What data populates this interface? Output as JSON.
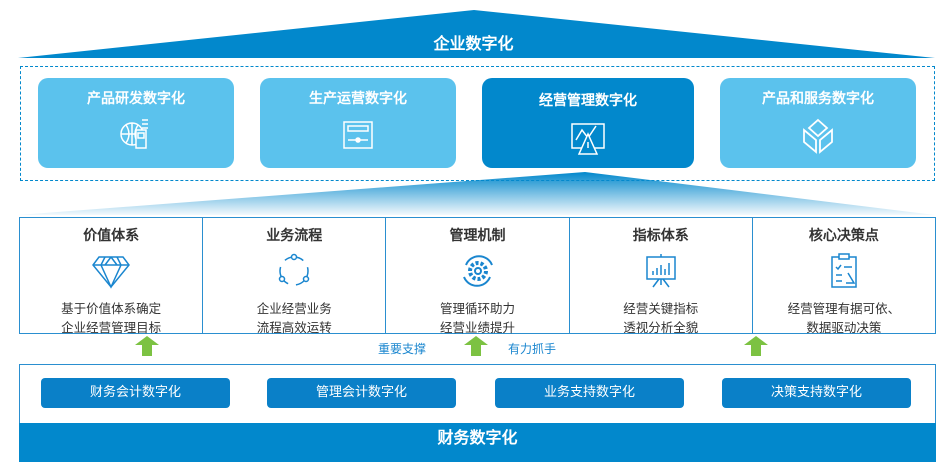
{
  "top_title": "企业数字化",
  "cards": [
    {
      "label": "产品研发数字化",
      "icon": "globe-device-icon"
    },
    {
      "label": "生产运营数字化",
      "icon": "control-panel-icon"
    },
    {
      "label": "经营管理数字化",
      "icon": "chart-warning-icon",
      "active": true
    },
    {
      "label": "产品和服务数字化",
      "icon": "cube-icon"
    }
  ],
  "pillars": [
    {
      "title": "价值体系",
      "line1": "基于价值体系确定",
      "line2": "企业经营管理目标",
      "icon": "diamond-icon"
    },
    {
      "title": "业务流程",
      "line1": "企业经营业务",
      "line2": "流程高效运转",
      "icon": "cycle-icon"
    },
    {
      "title": "管理机制",
      "line1": "管理循环助力",
      "line2": "经营业绩提升",
      "icon": "gear-cycle-icon"
    },
    {
      "title": "指标体系",
      "line1": "经营关键指标",
      "line2": "透视分析全貌",
      "icon": "presentation-chart-icon"
    },
    {
      "title": "核心决策点",
      "line1": "经营管理有据可依、",
      "line2": "数据驱动决策",
      "icon": "clipboard-icon"
    }
  ],
  "support_labels": [
    "重要支撑",
    "有力抓手"
  ],
  "buttons": [
    "财务会计数字化",
    "管理会计数字化",
    "业务支持数字化",
    "决策支持数字化"
  ],
  "bottom_title": "财务数字化",
  "colors": {
    "primary": "#0288cc",
    "light": "#5bc2ed",
    "arrow": "#7cc242"
  }
}
